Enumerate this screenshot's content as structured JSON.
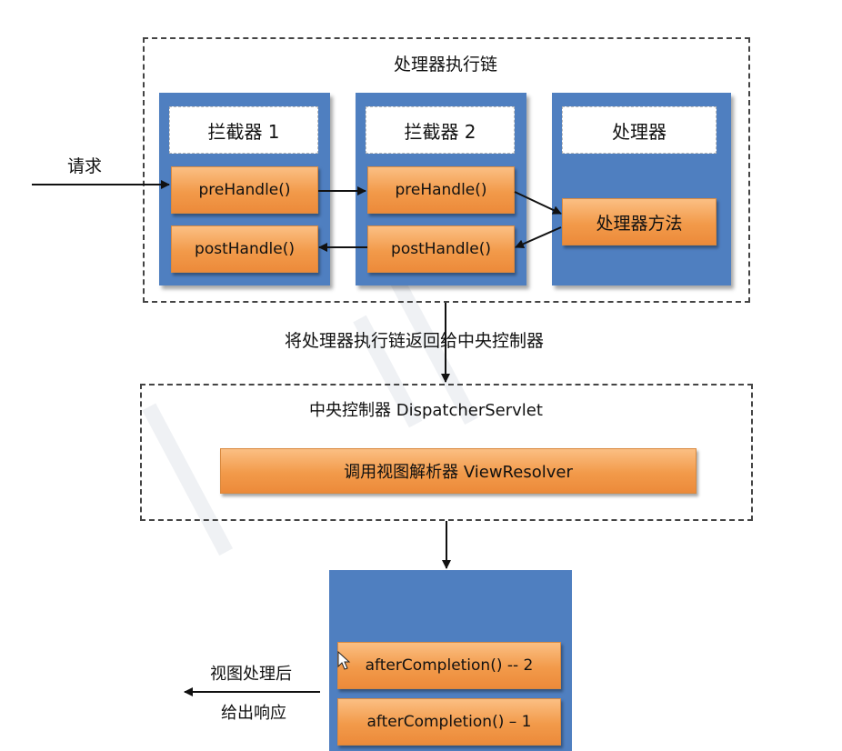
{
  "chain": {
    "title": "处理器执行链",
    "interceptor1": {
      "title": "拦截器 1",
      "pre": "preHandle()",
      "post": "postHandle()"
    },
    "interceptor2": {
      "title": "拦截器 2",
      "pre": "preHandle()",
      "post": "postHandle()"
    },
    "handler": {
      "title": "处理器",
      "method": "处理器方法"
    }
  },
  "request_label": "请求",
  "return_label": "将处理器执行链返回给中央控制器",
  "dispatcher": {
    "title": "中央控制器 DispatcherServlet",
    "resolver": "调用视图解析器 ViewResolver"
  },
  "after": {
    "item2": "afterCompletion() -- 2",
    "item1": "afterCompletion() – 1"
  },
  "response_label": {
    "line1": "视图处理后",
    "line2": "给出响应"
  },
  "colors": {
    "column_blue": "#4f7fc0",
    "box_orange": "#f29a4a"
  }
}
